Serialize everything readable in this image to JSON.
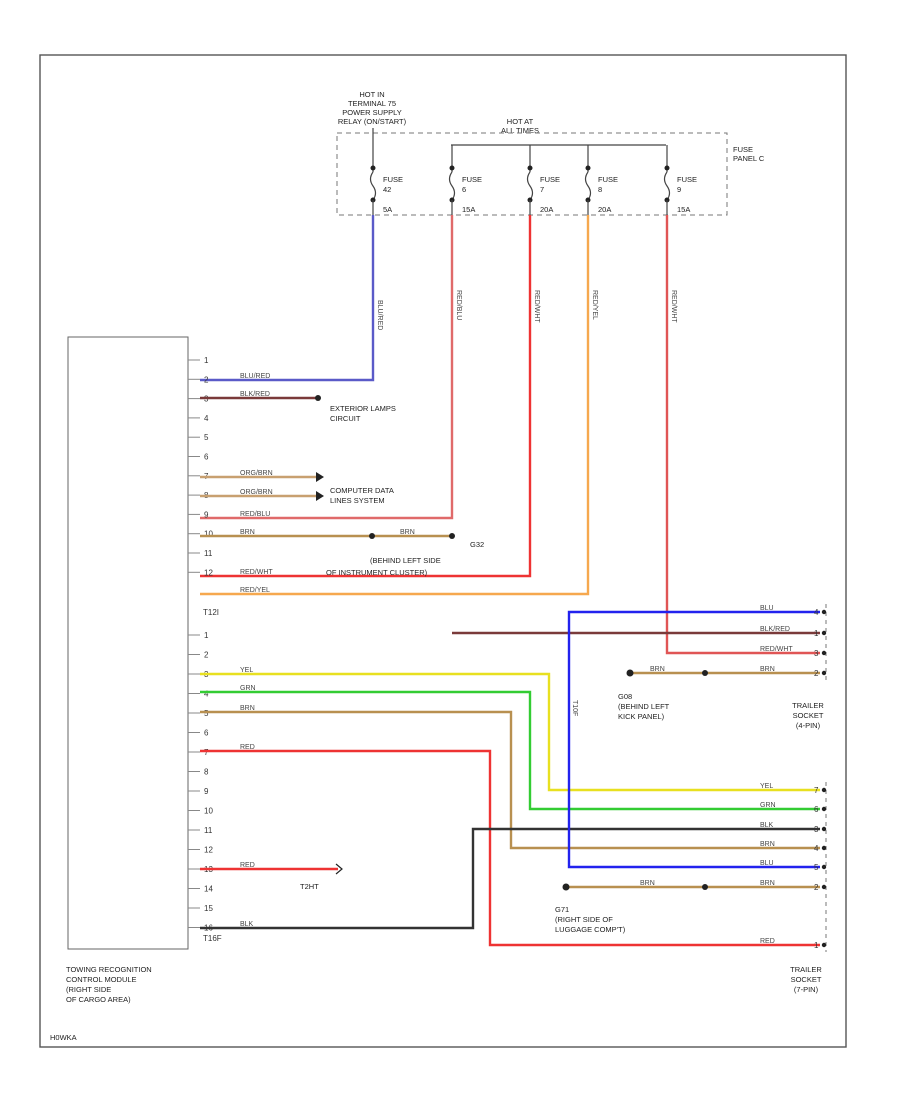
{
  "top": {
    "hot_run_lines": [
      "HOT IN",
      "TERMINAL 75",
      "POWER SUPPLY",
      "RELAY (ON/START)"
    ],
    "hot_all_lines": [
      "HOT AT",
      "ALL TIMES"
    ],
    "fuse_panel_lines": [
      "FUSE",
      "PANEL C"
    ]
  },
  "fuses": [
    {
      "name": "FUSE",
      "num": "42",
      "amp": "5A"
    },
    {
      "name": "FUSE",
      "num": "6",
      "amp": "15A"
    },
    {
      "name": "FUSE",
      "num": "7",
      "amp": "20A"
    },
    {
      "name": "FUSE",
      "num": "8",
      "amp": "20A"
    },
    {
      "name": "FUSE",
      "num": "9",
      "amp": "15A"
    }
  ],
  "wire_colors": {
    "blu_red": "#5a5ac8",
    "red_blu": "#e06a6a",
    "red": "#ee3333",
    "red_yel": "#f6a84e",
    "red_wht": "#e05555",
    "blk_red": "#7a3a3a",
    "brn": "#b89050",
    "org_brn": "#c8a070",
    "yel": "#e8e020",
    "grn": "#33cc33",
    "blu": "#2222ee",
    "blk": "#333333",
    "red_t16": "#ee3333"
  },
  "wire_labels": {
    "f42": "BLU/RED",
    "f6": "RED/BLU",
    "f7": "RED/WHT",
    "f8": "RED/YEL",
    "f9": "RED/WHT",
    "p2": "BLU/RED",
    "p3": "BLK/RED",
    "p7": "ORG/BRN",
    "p8": "ORG/BRN",
    "p9": "RED/BLU",
    "p10": "BRN",
    "p10b": "BRN",
    "p11": "RED/WHT",
    "p12": "RED/YEL",
    "t2": "YEL",
    "t4": "GRN",
    "t5": "BRN",
    "t7": "RED",
    "t13": "RED",
    "t16": "BLK",
    "s1": "BLU",
    "s2": "BLK/RED",
    "s3": "RED/WHT",
    "s4": "BRN",
    "s4b": "BRN",
    "r1": "YEL",
    "r2": "GRN",
    "r3": "BLK",
    "r4": "BRN",
    "r5": "BLU",
    "r6": "BRN",
    "r6b": "BRN",
    "r7": "RED",
    "v1": "T10F"
  },
  "module": {
    "connector_a": "T12I",
    "connector_b": "T16F",
    "pins_a": [
      "1",
      "2",
      "3",
      "4",
      "5",
      "6",
      "7",
      "8",
      "9",
      "10",
      "11",
      "12"
    ],
    "pins_b": [
      "1",
      "2",
      "3",
      "4",
      "5",
      "6",
      "7",
      "8",
      "9",
      "10",
      "11",
      "12",
      "13",
      "14",
      "15",
      "16"
    ],
    "label_lines": [
      "TOWING RECOGNITION",
      "CONTROL MODULE",
      "(RIGHT SIDE",
      "OF CARGO AREA)"
    ]
  },
  "refs": {
    "ext_lamps": [
      "EXTERIOR LAMPS",
      "CIRCUIT"
    ],
    "can": [
      "COMPUTER DATA",
      "LINES SYSTEM"
    ],
    "g32": [
      "G32",
      "(BEHIND LEFT SIDE",
      "OF INSTRUMENT CLUSTER)"
    ],
    "g08": [
      "G08",
      "(BEHIND LEFT",
      "KICK PANEL)"
    ],
    "g71": [
      "G71",
      "(RIGHT SIDE OF",
      "LUGGAGE COMP'T)"
    ],
    "t2ht": "T2HT",
    "socket_4": [
      "TRAILER",
      "SOCKET",
      "(4-PIN)"
    ],
    "socket_7": [
      "TRAILER",
      "SOCKET",
      "(7-PIN)"
    ],
    "socket_4_pins": [
      "4",
      "1",
      "3",
      "2"
    ],
    "socket_7_pins": [
      "7",
      "6",
      "3",
      "4",
      "5",
      "2",
      "1"
    ]
  },
  "footer": "H0WKA"
}
